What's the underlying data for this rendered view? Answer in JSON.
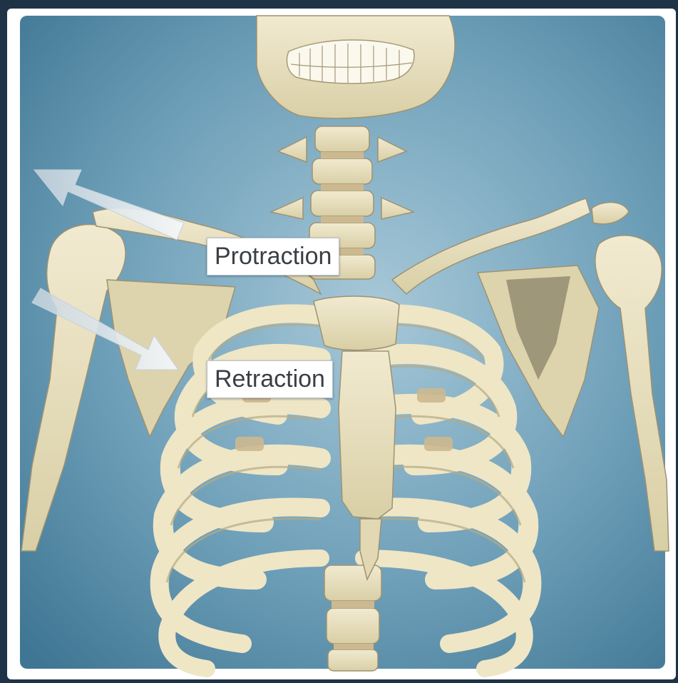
{
  "labels": {
    "protraction": "Protraction",
    "retraction": "Retraction"
  },
  "colors": {
    "page_background": "#1f3347",
    "sky_top": "#4f8aa6",
    "sky_bottom": "#9fc4d6",
    "bone": "#e9e1c1",
    "bone_shadow": "#b8ad86",
    "cartilage": "#c8b48c",
    "arrow_fill": "#e9eef2"
  },
  "icons": [
    "skeleton-illustration",
    "protraction-arrow",
    "retraction-arrow"
  ]
}
